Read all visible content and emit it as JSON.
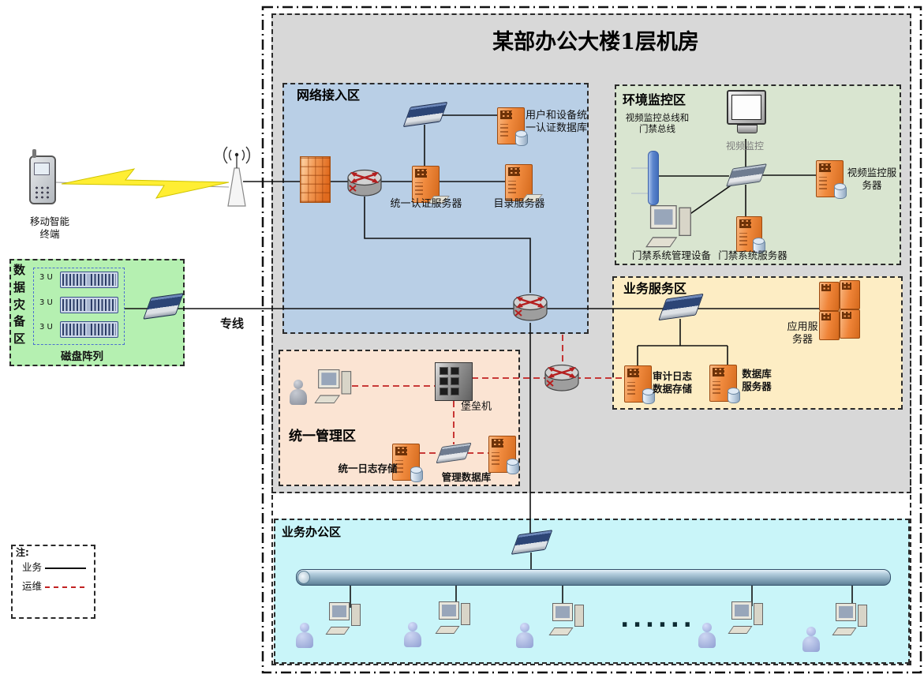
{
  "title": "某部办公大楼1层机房",
  "zones": {
    "network_access": {
      "title": "网络接入区",
      "auth_db_label": "用户和设备统\n一认证数据库",
      "auth_server_label": "统一认证服务器",
      "dir_server_label": "目录服务器"
    },
    "env_monitor": {
      "title": "环境监控区",
      "bus_note": "视频监控总线和\n门禁总线",
      "monitor_label": "视频监控",
      "video_server_label": "视频监控服\n务器",
      "access_mgmt_label": "门禁系统管理设备",
      "access_server_label": "门禁系统服务器"
    },
    "business_service": {
      "title": "业务服务区",
      "app_server_label": "应用服\n务器",
      "audit_storage_label": "审计日志\n数据存储",
      "db_server_label": "数据库\n服务器"
    },
    "unified_mgmt": {
      "title": "统一管理区",
      "bastion_label": "堡垒机",
      "log_storage_label": "统一日志存储",
      "mgmt_db_label": "管理数据库"
    },
    "business_office": {
      "title": "业务办公区",
      "dots": "......"
    },
    "disaster_recovery": {
      "title": "数据灾备区",
      "disk_array_label": "磁盘阵列",
      "unit_label": "3 U"
    }
  },
  "external": {
    "mobile_label": "移动智能\n终端",
    "dedicated_line_label": "专线"
  },
  "legend": {
    "note_label": "注:",
    "business_label": "业务",
    "ops_label": "运维"
  },
  "colors": {
    "machine_room_bg": "#d8d8d8",
    "network_access_bg": "#b9cfe6",
    "env_monitor_bg": "#d9e5d0",
    "business_service_bg": "#fdedc4",
    "unified_mgmt_bg": "#fbe4d3",
    "business_office_bg": "#c9f5f9",
    "disaster_bg": "#b5f0b1",
    "server_orange": "#f08a3e",
    "business_line_black": "#1a1a1a",
    "ops_line_red": "#c22222"
  }
}
